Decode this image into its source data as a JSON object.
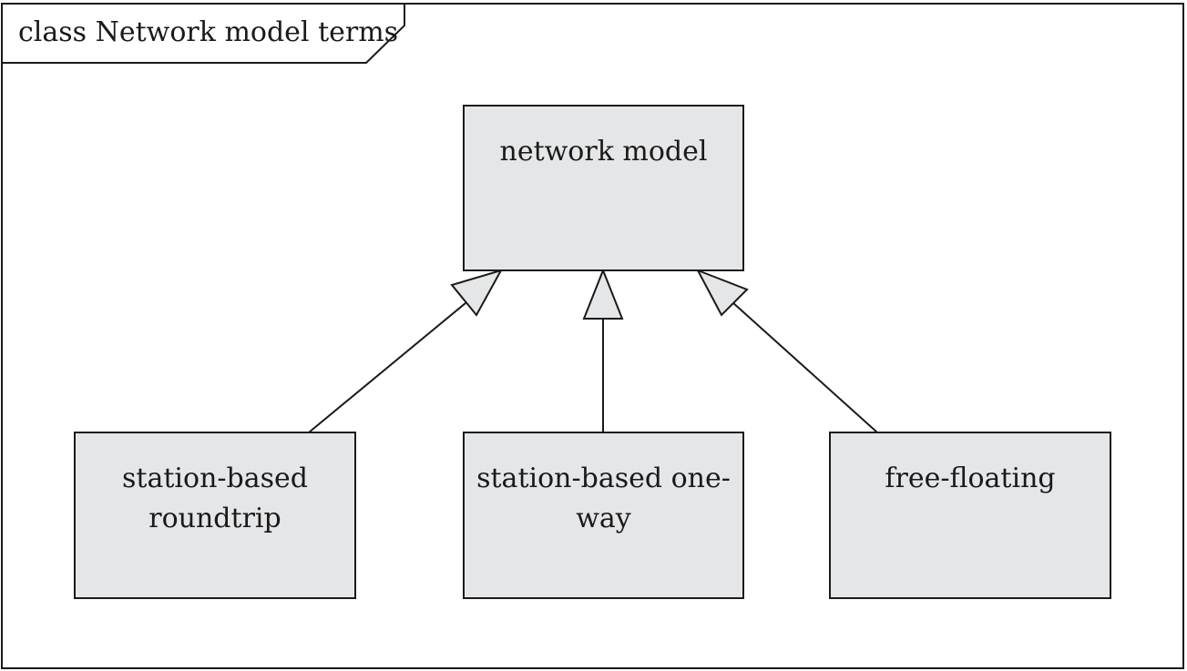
{
  "frame": {
    "title": "class Network model terms"
  },
  "classes": {
    "parent": {
      "label": "network model"
    },
    "station_roundtrip": {
      "label": "station-based\nroundtrip"
    },
    "station_oneway": {
      "label": "station-based one-\nway"
    },
    "free_floating": {
      "label": "free-floating"
    }
  },
  "relations": [
    {
      "type": "generalization",
      "from": "station-based roundtrip",
      "to": "network model"
    },
    {
      "type": "generalization",
      "from": "station-based one-way",
      "to": "network model"
    },
    {
      "type": "generalization",
      "from": "free-floating",
      "to": "network model"
    }
  ],
  "colors": {
    "box_fill": "#e5e6e8",
    "stroke": "#1a1a1a",
    "arrowhead_fill": "#e5e6e8"
  }
}
